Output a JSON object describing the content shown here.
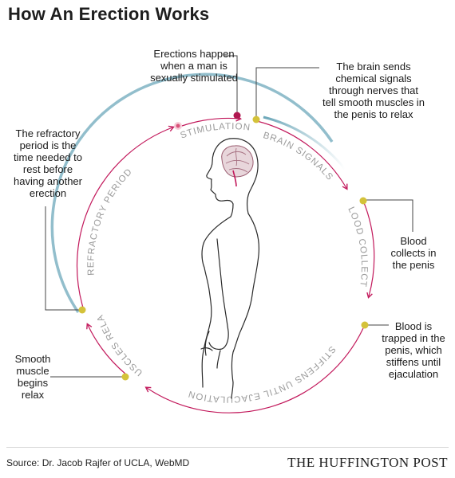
{
  "title": "How An Erection Works",
  "cycle_phases": [
    "STIMULATION",
    "BRAIN SIGNALS",
    "BLOOD COLLECTS",
    "STIFFENS UNTIL EJACULATION",
    "MUSCLES RELAX",
    "REFRACTORY PERIOD"
  ],
  "annotations": {
    "stimulation": "Erections happen when a man is sexually stimulated",
    "brain_signals": "The brain sends chemical signals through nerves that tell smooth muscles in the penis to relax",
    "blood_collects": "Blood collects in the penis",
    "stiffens": "Blood is trapped in the penis, which stiffens until ejaculation",
    "muscles_relax": "Smooth muscle begins relax",
    "refractory": "The refractory period is the time needed to rest before having another erection"
  },
  "colors": {
    "arc": "#c2185b",
    "teal": "#6aa6b8",
    "marker_yellow": "#d4c23a",
    "marker_pink": "#b0174f",
    "leader": "#444444"
  },
  "footer": {
    "source": "Source: Dr. Jacob Rajfer of UCLA, WebMD",
    "brand": "THE HUFFINGTON POST"
  }
}
